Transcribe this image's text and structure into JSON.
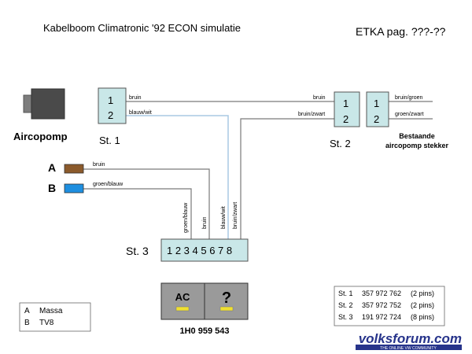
{
  "title": "Kabelboom Climatronic '92 ECON simulatie",
  "etka": "ETKA pag. ???-??",
  "aircopomp_label": "Aircopomp",
  "bestaande_line1": "Bestaande",
  "bestaande_line2": "aircopomp stekker",
  "connectors": {
    "st1": {
      "label": "St. 1",
      "pin1": "1",
      "pin2": "2"
    },
    "st2": {
      "label": "St. 2",
      "pin1": "1",
      "pin2": "2"
    },
    "st3": {
      "label": "St. 3",
      "pins": "1 2 3 4 5 6 7 8"
    },
    "pump_plug": {
      "pin1": "1",
      "pin2": "2"
    }
  },
  "terminals": {
    "a": "A",
    "b": "B"
  },
  "wires": {
    "st1_top": "bruin",
    "st1_bottom": "blauw/wit",
    "st2_top": "bruin",
    "st2_bottom": "bruin/zwart",
    "plug_top": "bruin/groen",
    "plug_bottom": "groen/zwart",
    "a_wire": "bruin",
    "b_wire": "groen/blauw",
    "v1": "groen/blauw",
    "v2": "bruin",
    "v3": "blauw/wit",
    "v4": "bruin/zwart"
  },
  "module": {
    "ac_label": "AC",
    "q_label": "?",
    "part_number": "1H0 959 543"
  },
  "legend": [
    {
      "key": "A",
      "value": "Massa"
    },
    {
      "key": "B",
      "value": "TV8"
    }
  ],
  "parts": [
    {
      "id": "St. 1",
      "number": "357 972 762",
      "pins": "(2 pins)"
    },
    {
      "id": "St. 2",
      "number": "357 972 752",
      "pins": "(2 pins)"
    },
    {
      "id": "St. 3",
      "number": "191 972 724",
      "pins": "(8 pins)"
    }
  ],
  "watermark": {
    "main": "volksforum.com",
    "sub": "THE ONLINE VW COMMUNITY"
  },
  "colors": {
    "connector_fill": "#c9e7e8",
    "a_terminal": "#8b5a2b",
    "b_terminal": "#1e8fe0",
    "wire": "#7a7a7a",
    "blue_wire": "#a9c9e3",
    "led": "#f0e030",
    "module": "#9a9a9a",
    "watermark": "#27348b"
  }
}
